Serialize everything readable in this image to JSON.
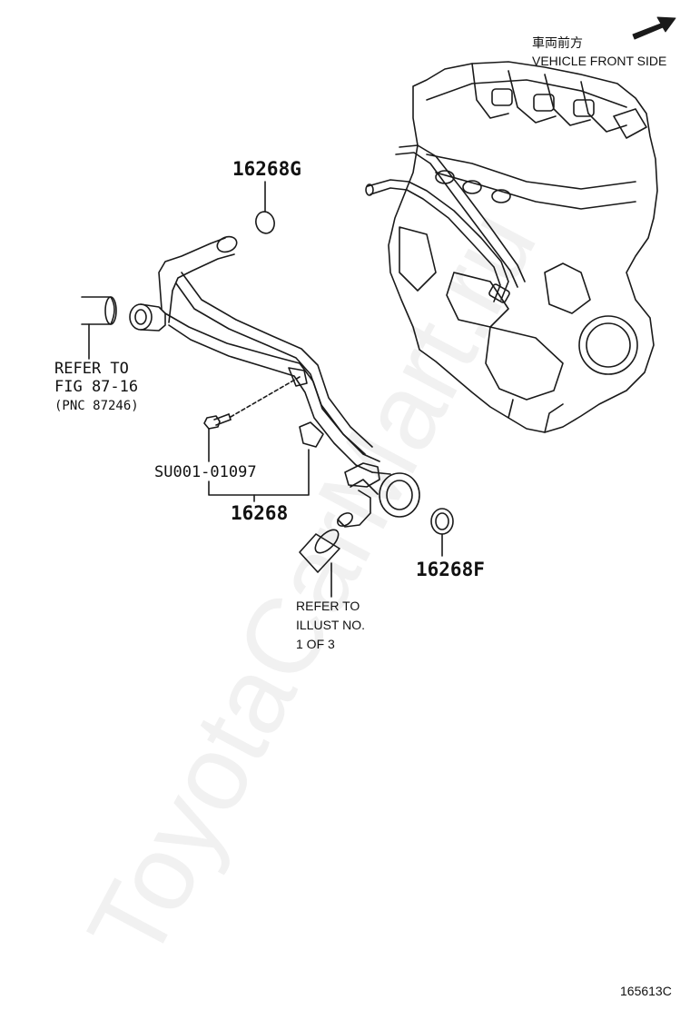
{
  "header": {
    "direction_jp": "車両前方",
    "direction_en": "VEHICLE FRONT SIDE"
  },
  "callouts": {
    "part_16268G": "16268G",
    "part_16268": "16268",
    "part_16268F": "16268F",
    "bolt_code": "SU001-01097"
  },
  "references": {
    "left_line1": "REFER TO",
    "left_line2": "FIG 87-16",
    "left_line3": "(PNC 87246)",
    "bottom_line1": "REFER TO",
    "bottom_line2": "ILLUST NO.",
    "bottom_line3": "1 OF 3"
  },
  "watermark": "ToyotaCarMart.ru",
  "figure_id": "165613C",
  "colors": {
    "line": "#1a1a1a",
    "background": "#ffffff"
  }
}
